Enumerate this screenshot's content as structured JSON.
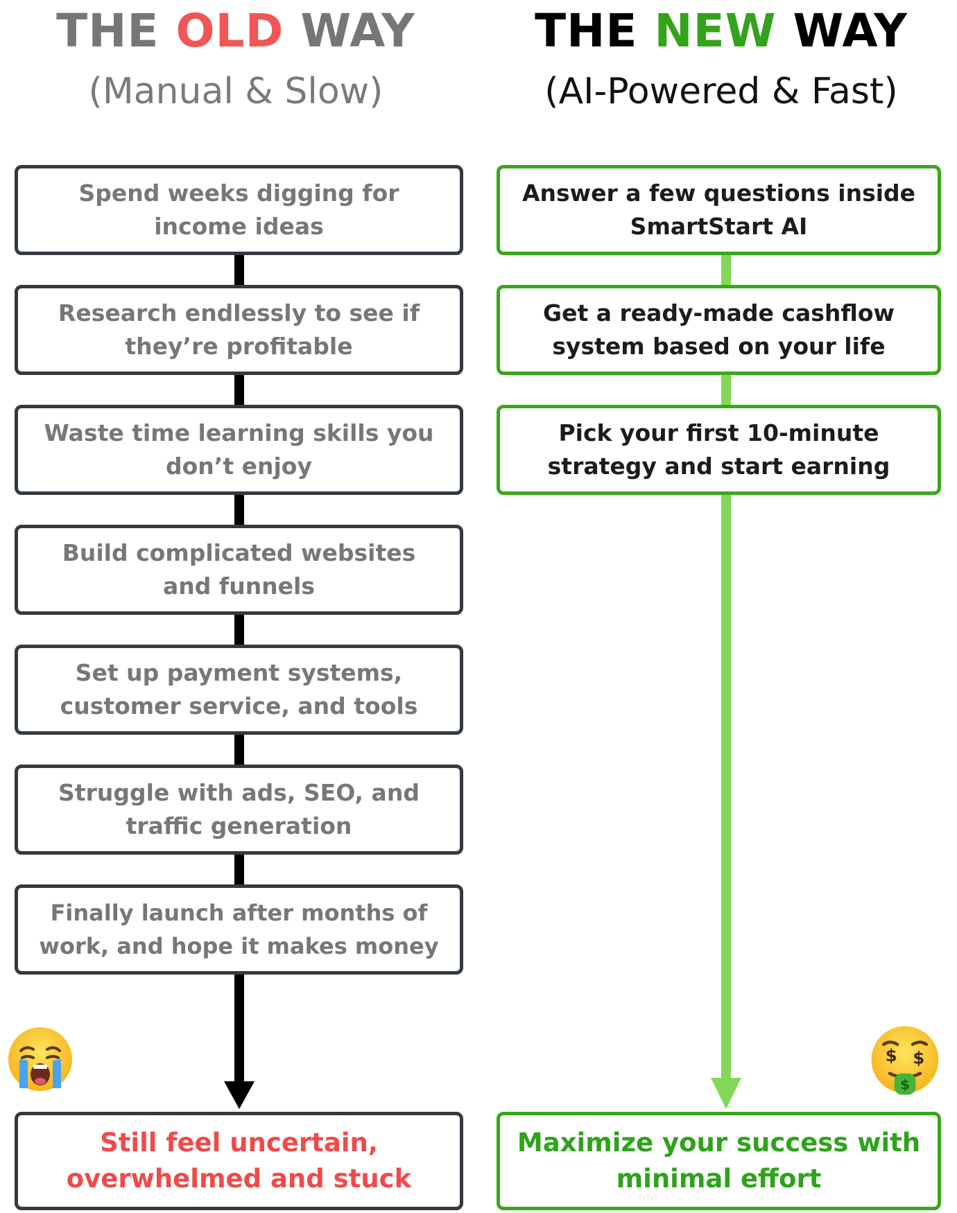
{
  "old": {
    "title_prefix": "THE ",
    "title_accent": "OLD",
    "title_suffix": " WAY",
    "subtitle": "(Manual & Slow)",
    "accent_color": "#f25555",
    "steps": [
      "Spend weeks digging for income ideas",
      "Research endlessly to see if they’re profitable",
      "Waste time learning skills you don’t enjoy",
      "Build complicated websites and funnels",
      "Set up payment systems, customer service, and tools",
      "Struggle with ads, SEO, and traffic generation",
      "Finally launch after months of work, and hope it makes money"
    ],
    "outcome": "Still feel uncertain, overwhelmed and stuck",
    "emoji_icon": "crying-face-icon"
  },
  "new": {
    "title_prefix": "THE ",
    "title_accent": "NEW",
    "title_suffix": " WAY",
    "subtitle": "(AI-Powered & Fast)",
    "accent_color": "#33a31a",
    "steps": [
      "Answer a few questions inside SmartStart AI",
      "Get a ready-made cashflow system based on your life",
      "Pick your first 10-minute strategy and start earning"
    ],
    "outcome": "Maximize your success with minimal effort",
    "emoji_icon": "money-mouth-face-icon"
  }
}
